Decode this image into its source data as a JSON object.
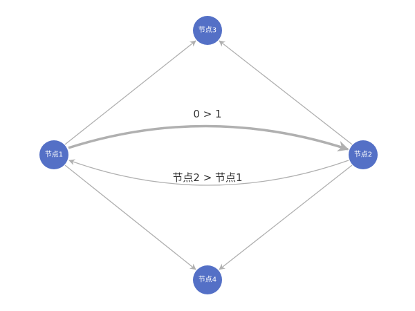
{
  "colors": {
    "node": "#5470c6",
    "edge": "#b0b0b0",
    "node_label": "#ffffff",
    "edge_label": "#333333"
  },
  "nodes": [
    {
      "id": "n1",
      "label": "节点1"
    },
    {
      "id": "n2",
      "label": "节点2"
    },
    {
      "id": "n3",
      "label": "节点3"
    },
    {
      "id": "n4",
      "label": "节点4"
    }
  ],
  "edges": [
    {
      "source": "节点1",
      "target": "节点3"
    },
    {
      "source": "节点2",
      "target": "节点3"
    },
    {
      "source": "节点1",
      "target": "节点4"
    },
    {
      "source": "节点2",
      "target": "节点4"
    },
    {
      "source": "节点1",
      "target": "节点2",
      "label": "0 > 1",
      "emphasis": "thick"
    },
    {
      "source": "节点2",
      "target": "节点1",
      "label": "节点2 > 节点1"
    }
  ]
}
